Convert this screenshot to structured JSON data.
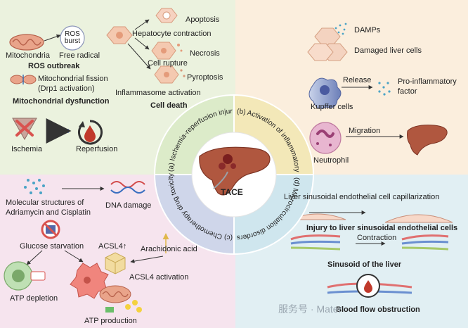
{
  "figure": {
    "center_label": "TACE",
    "sections": {
      "a": "(a) Ischemia-reperfusion injury",
      "b": "(b) Activation of inflammatory response",
      "c": "(c) Chemotherapy drug toxicity and metabolic disorders",
      "d": "(d) Microcirculation disorders"
    }
  },
  "quadrant_a": {
    "mitochondria": "Mitochondria",
    "ros_burst": "ROS burst",
    "free_radical": "Free radical",
    "ros_outbreak": "ROS outbreak",
    "mito_fission": "Mitochondrial fission",
    "drp1": "(Drp1 activation)",
    "mito_dysfunction": "Mitochondrial dysfunction",
    "ischemia": "Ischemia",
    "reperfusion": "Reperfusion",
    "apoptosis": "Apoptosis",
    "hepatocyte_contraction": "Hepatocyte contraction",
    "necrosis": "Necrosis",
    "cell_rupture": "Cell rupture",
    "pyroptosis": "Pyroptosis",
    "inflammasome": "Inflammasome activation",
    "cell_death": "Cell death"
  },
  "quadrant_b": {
    "damps": "DAMPs",
    "damaged_liver": "Damaged liver cells",
    "release": "Release",
    "pro_inflammatory": "Pro-inflammatory",
    "factor": "factor",
    "kupffer": "Kupffer cells",
    "migration": "Migration",
    "neutrophil": "Neutrophil"
  },
  "quadrant_c": {
    "molecular": "Molecular structures of",
    "drugs": "Adriamycin and Cisplatin",
    "dna_damage": "DNA damage",
    "glucose_starvation": "Glucose starvation",
    "acsl4_up": "ACSL4↑",
    "arachidonic": "Arachidonic acid",
    "acsl4_activation": "ACSL4 activation",
    "atp_depletion": "ATP depletion",
    "atp_production": "ATP production"
  },
  "quadrant_d": {
    "capillarization": "Liver sinusoidal endothelial cell capillarization",
    "injury": "Injury to liver sinusoidal endothelial cells",
    "contraction": "Contraction",
    "sinusoid": "Sinusoid of the liver",
    "blood_flow": "Blood flow obstruction"
  },
  "watermark": "服务号 · Mater",
  "colors": {
    "tl": "#ebf2de",
    "tr": "#fbeedd",
    "bl": "#f6e4ee",
    "br": "#e1eff3",
    "liver": "#b0573f",
    "accent_red": "#c0392b"
  }
}
